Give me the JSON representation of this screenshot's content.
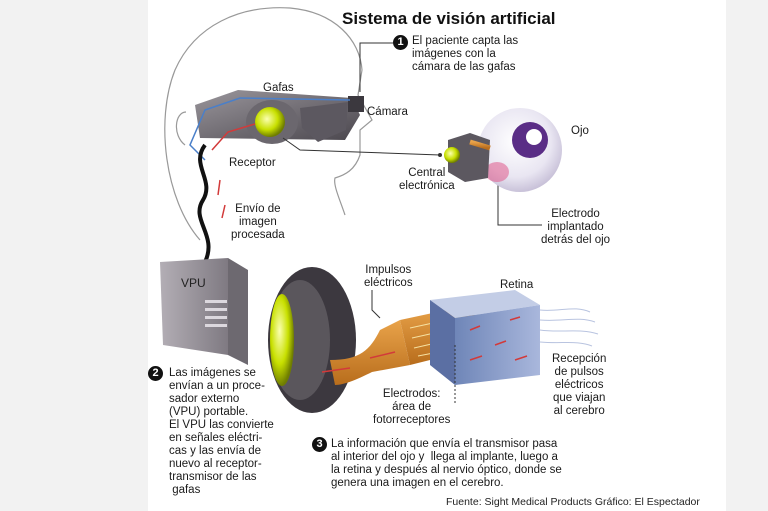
{
  "title": "Sistema de visión artificial",
  "labels": {
    "gafas": "Gafas",
    "camara": "Cámara",
    "receptor": "Receptor",
    "envio": "Envío de\nimagen\nprocesada",
    "ojo": "Ojo",
    "central": "Central\nelectrónica",
    "electrodo": "Electrodo\nimplantado\ndetrás del ojo",
    "vpu": "VPU",
    "impulsos": "Impulsos\neléctricos",
    "retina": "Retina",
    "recepcion": "Recepción\nde pulsos\neléctricos\nque viajan\nal cerebro",
    "electrodos": "Electrodos:\nárea de\nfotorreceptores"
  },
  "steps": [
    {
      "number": "1",
      "text": "El paciente capta las\nimágenes con la\ncámara de las gafas"
    },
    {
      "number": "2",
      "text": "Las imágenes se\nenvían a un proce-\nsador externo\n(VPU) portable.\nEl VPU las convierte\nen señales eléctri-\ncas y las envía de\nnuevo al receptor-\ntransmisor de las\n gafas"
    },
    {
      "number": "3",
      "text": "La información que envía el transmisor pasa\nal interior del ojo y  llega al implante, luego a\nla retina y después al nervio óptico, donde se\ngenera una imagen en el cerebro."
    }
  ],
  "source": "Fuente: Sight Medical Products Gráfico: El Espectador",
  "colors": {
    "accent_blue": "#4a7fc9",
    "accent_red": "#d23a3a",
    "orange": "#d98a2b",
    "iris": "#5a2d86"
  }
}
